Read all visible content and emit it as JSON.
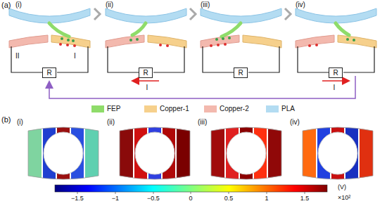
{
  "diagram": {
    "nodes": [
      {
        "text": [
          "R"
        ]
      },
      {
        "text": [
          "R"
        ]
      },
      {
        "text": [
          "R"
        ]
      },
      {
        "text": [
          "R"
        ]
      }
    ],
    "labels": [
      "(a)",
      "(i)",
      "(ii)",
      "(iii)",
      "(iv)",
      "II",
      "I",
      "I",
      "I",
      "(b)",
      "(i)",
      "(ii)",
      "(iii)",
      "(iv)",
      "−1.5",
      "−1",
      "−0.5",
      "0",
      "0.5",
      "1",
      "1.5",
      "(V)",
      "×10²"
    ],
    "legend": [
      {
        "text": "FEP",
        "color": "#8fdc6a"
      },
      {
        "text": "Copper-1",
        "color": "#f6d08c"
      },
      {
        "text": "Copper-2",
        "color": "#f3b9ae"
      },
      {
        "text": "PLA",
        "color": "#b3dcf2"
      }
    ]
  }
}
